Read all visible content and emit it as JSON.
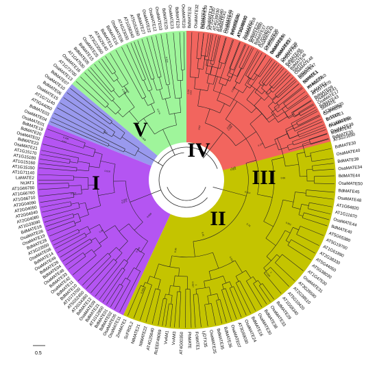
{
  "clades": [
    {
      "label": "I",
      "color": "#b455f2",
      "start": 158,
      "end": 245,
      "labels": [
        "OsaMATE01",
        "BdMATE19",
        "BdMATE20",
        "OsaMATE02",
        "BdMATE23",
        "OsaMATE21",
        "AT1G15170",
        "AT1G15180",
        "AT1G15160",
        "AT1G15150",
        "AT1G71140",
        "LaMATE2",
        "NtJAT1",
        "AT1G66780",
        "AT1G66760",
        "AT1G66710",
        "AT2G04090",
        "AT2G04050",
        "AT2G04040",
        "AT2G04080",
        "AT1G33090",
        "BdMATE18",
        "OsaMATE26",
        "OsaMATE19",
        "BdMATE28",
        "AT3G23550",
        "OsaMATE08",
        "BdMATE14",
        "OsaMATE49",
        "BdMATE26",
        "BdMATE04",
        "OsaMATE46",
        "BdMATE33",
        "OsaMATE42",
        "BdMATE11",
        "BdMATE10",
        "AT1G73700",
        "AT5G52450",
        "AT2G34360",
        "BdMATE12",
        "OsaMATE09",
        "BdMATE21",
        "AT1G12950",
        "BdMATE01",
        "BdMATE02",
        "OsaMATE05",
        "OsaMATE11"
      ]
    },
    {
      "label": "II",
      "color": "#c4c400",
      "start": 245,
      "end": 445,
      "labels": [
        "ZmMATE1",
        "ScFRDL2",
        "NtMATE21",
        "NtMATE22",
        "AT4G25640",
        "RcEEF49069",
        "VvAM1",
        "VvAM3",
        "AT4G00350",
        "PhMATE",
        "FcMATE1",
        "LjDTX35",
        "OsaMATE25",
        "BdMATE35",
        "BdMATE36",
        "OsaMATE07",
        "AT3G59030",
        "OsaMATE24",
        "BdMATE16",
        "OsaMATE30",
        "BdMATE38",
        "OsaMATE33",
        "BdMATE29",
        "AT1G58340",
        "AT5G10420",
        "AT2G38510",
        "AT3G26590",
        "OsaMATE31",
        "AT1G47530",
        "AT5G38030",
        "AT5G44050",
        "AT2G38330",
        "AT1G61890",
        "AT5G19700",
        "AT5G65380",
        "BdMATE40",
        "OsaMATE44",
        "AT1G11670",
        "AT1G64820",
        "OsaMATE48",
        "BdMATE45",
        "OsaMATE50",
        "BdMATE44",
        "OsaMATE34",
        "BdMATE39",
        "OsaMATE40",
        "BdMATE30",
        "AT3G21690",
        "BdMATE42",
        "OsaMATE38",
        "BrTT12",
        "AT3G03620",
        "BdMATE43",
        "OsaMATE41",
        "AT1G71870",
        "AT4G21910",
        "NtMATE1",
        "NtMATE2",
        "SlMTP77",
        "AT4G29140",
        "AT5G17700",
        "OsaMATE37",
        "BdMATE34",
        "OsaMATE35",
        "AT2G04070",
        "AT1G12690",
        "OsaMATE18",
        "AT5G49130",
        "BdMATE31",
        "OsaMATE45",
        "AT3G08040",
        "AT2G04100",
        "OsaMATE39"
      ]
    },
    {
      "label": "III",
      "color": "#f2655e",
      "start": 15,
      "end": 90,
      "labels": [
        "BdMATE30",
        "OsaMATE39",
        "AT1G51340",
        "EcMATE1",
        "GmFRD3b",
        "SbMATE",
        "OsaMATE17",
        "BdMATE09",
        "TaMATE1",
        "HvAACT1",
        "ScFRDL1",
        "BdMATE47",
        "OsaMATE48",
        "BdMATE46",
        "BdMATE48",
        "OsaMATE28",
        "BdMATE45",
        "OsaMATE36",
        "AT2G38330",
        "OsaMATE43",
        "BdMATE37",
        "BdMATE22",
        "ZmMATE2",
        "AT3G08040",
        "AT1G58340",
        "OsaMATE27",
        "BdMATE41",
        "AT4G39030",
        "OsaMATE14",
        "BdMATE24",
        "OsaMATE32",
        "BdMATE32"
      ]
    },
    {
      "label": "IV",
      "color": "#9ff59b",
      "start": 90,
      "end": 140,
      "labels": [
        "OsaMATE20",
        "BdMATE20",
        "OsaMATE23",
        "BdMATE25",
        "OsaMATE03",
        "OsaMATE12",
        "OsaMATE22",
        "BdMATE27",
        "AT5G52050",
        "AT1G58340",
        "AT4G23030",
        "OsaMATE06",
        "BdMATE16",
        "BdMATE11",
        "AT4G29140",
        "AT3G23560",
        "OsaMATE25",
        "BdMATE15",
        "BdMATE05",
        "AT1G47530",
        "OsaMATE16",
        "AT1G73700",
        "OsaMATE13"
      ]
    },
    {
      "label": "V",
      "color": "#9999ee",
      "start": 140,
      "end": 158,
      "labels": [
        "BdMATE07",
        "OsaMATE10",
        "BdMATE06",
        "OsaMATE15",
        "AT1G71140",
        "AT5G44050",
        "BdMATE03",
        "OsaMATE04"
      ]
    }
  ],
  "bootstrap_values": [
    "0.812",
    "0.848",
    "0.53",
    "0.976",
    "0.996",
    "0.942",
    "0.999",
    "0.987",
    "0.998",
    "0.914",
    "0.376",
    "0.888",
    "0.934",
    "0.808",
    "0.916",
    "0.95",
    "0.959",
    "0.81",
    "0.76",
    "0.86",
    "0.55",
    "0.97",
    "0.874",
    "0.81",
    "0.624",
    "0.999",
    "0.96",
    "0.812",
    "0.901",
    "0.45",
    "0.999",
    "0.34",
    "0.988",
    "0.62",
    "0.971",
    "1",
    "1",
    "1"
  ],
  "scale_bar": {
    "label": "0.5"
  }
}
